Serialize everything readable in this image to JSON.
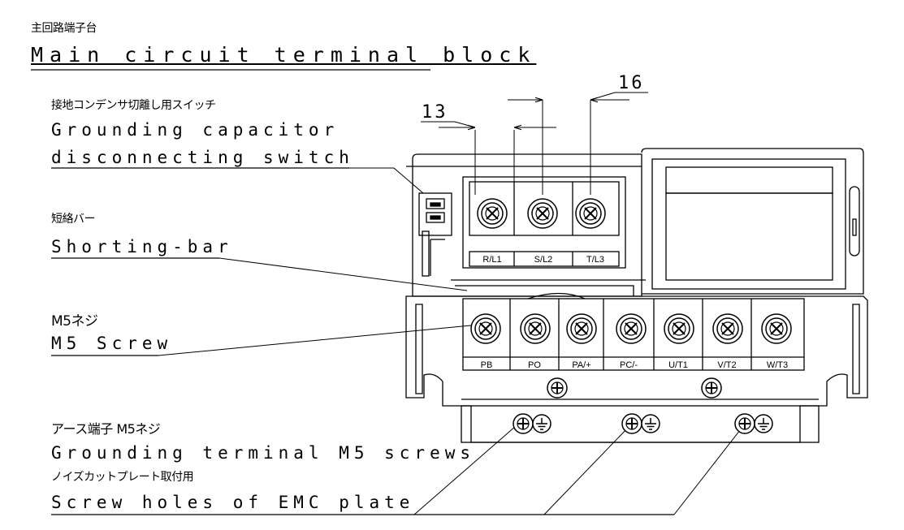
{
  "title": {
    "jp": "主回路端子台",
    "en": "Main circuit terminal block"
  },
  "labels": {
    "switch_jp": "接地コンデンサ切離し用スイッチ",
    "switch_en_1": "Grounding capacitor",
    "switch_en_2": "disconnecting switch",
    "shorting_jp": "短絡バー",
    "shorting_en": "Shorting-bar",
    "m5_jp": "M5ネジ",
    "m5_en": "M5 Screw",
    "ground_jp": "アース端子 M5ネジ",
    "ground_en": "Grounding terminal M5 screws",
    "emc_jp": "ノイズカットプレート取付用",
    "emc_en": "Screw holes of EMC plate"
  },
  "dimensions": {
    "pitch_small": "13",
    "pitch_large": "16"
  },
  "terminals": {
    "input": [
      "R/L1",
      "S/L2",
      "T/L3"
    ],
    "output": [
      "PB",
      "PO",
      "PA/+",
      "PC/-",
      "U/T1",
      "V/T2",
      "W/T3"
    ]
  }
}
